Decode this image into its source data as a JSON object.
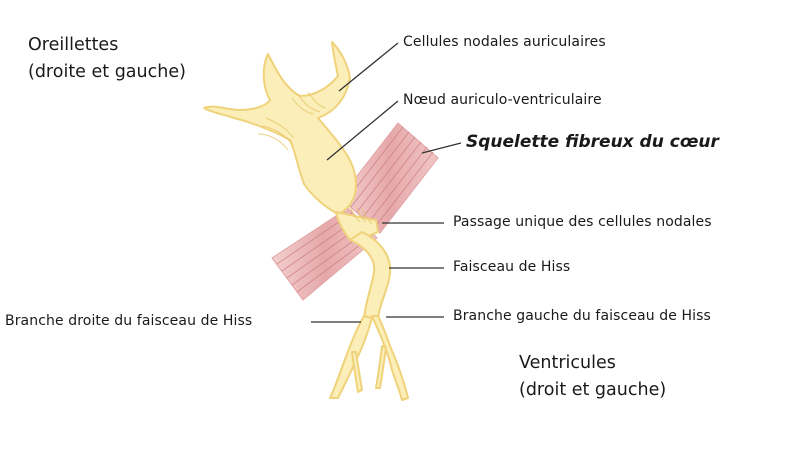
{
  "regions": {
    "atria": {
      "line1": "Oreillettes",
      "line2": "(droite et gauche)"
    },
    "ventricles": {
      "line1": "Ventricules",
      "line2": "(droit et gauche)"
    }
  },
  "labels": {
    "atrial_nodal_cells": "Cellules nodales auriculaires",
    "av_node": "Nœud auriculo-ventriculaire",
    "fibrous_skeleton": "Squelette fibreux du cœur",
    "single_passage": "Passage unique des cellules nodales",
    "bundle_of_his": "Faisceau de Hiss",
    "left_branch": "Branche gauche du faisceau de Hiss",
    "right_branch": "Branche droite du faisceau de Hiss"
  },
  "colors": {
    "conduction_tissue": "#fbeeb8",
    "conduction_outline": "#efd27a",
    "fibrous_tissue": "#e8b0b0",
    "fibrous_stroke": "#c9797d",
    "leader_line": "#333333",
    "text": "#1a1a1a"
  }
}
